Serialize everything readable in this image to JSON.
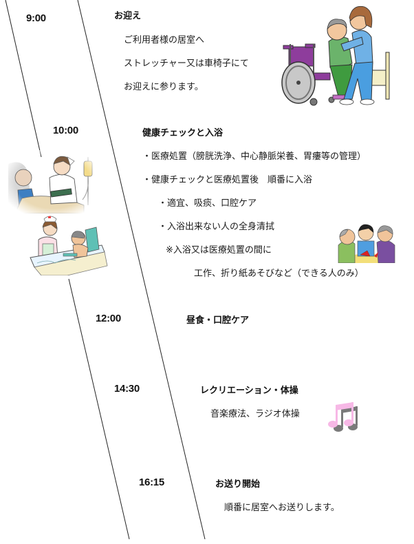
{
  "schedule": [
    {
      "time": "9:00",
      "title": "お迎え",
      "lines": [
        "ご利用者様の居室へ",
        "ストレッチャー又は車椅子にて",
        "お迎えに参ります。"
      ],
      "illustration": "wheelchair-transfer-illustration"
    },
    {
      "time": "10:00",
      "title": "健康チェックと入浴",
      "lines": [
        "・医療処置（膀胱洗浄、中心静脈栄養、胃瘻等の管理）",
        "・健康チェックと医療処置後　順番に入浴",
        "・適宜、吸痰、口腔ケア",
        "・入浴出来ない人の全身清拭",
        "※入浴又は医療処置の間に",
        "工作、折り紙あそびなど（できる人のみ）"
      ],
      "illustrations": [
        "nurse-bedside-illustration",
        "assisted-bath-illustration",
        "origami-craft-illustration"
      ]
    },
    {
      "time": "12:00",
      "title": "昼食・口腔ケア",
      "lines": []
    },
    {
      "time": "14:30",
      "title": "レクリエーション・体操",
      "lines": [
        "音楽療法、ラジオ体操"
      ],
      "illustration": "music-notes-illustration"
    },
    {
      "time": "16:15",
      "title": "お送り開始",
      "lines": [
        "順番に居室へお送りします。"
      ]
    }
  ],
  "colors": {
    "line": "#222222",
    "text": "#111111",
    "wheelchair": "#8e3d9c",
    "patient_shirt": "#6bb36b",
    "caregiver_shirt": "#6fb1e6",
    "note_pink": "#f7b8e6",
    "note_gray": "#7a7a7a"
  }
}
